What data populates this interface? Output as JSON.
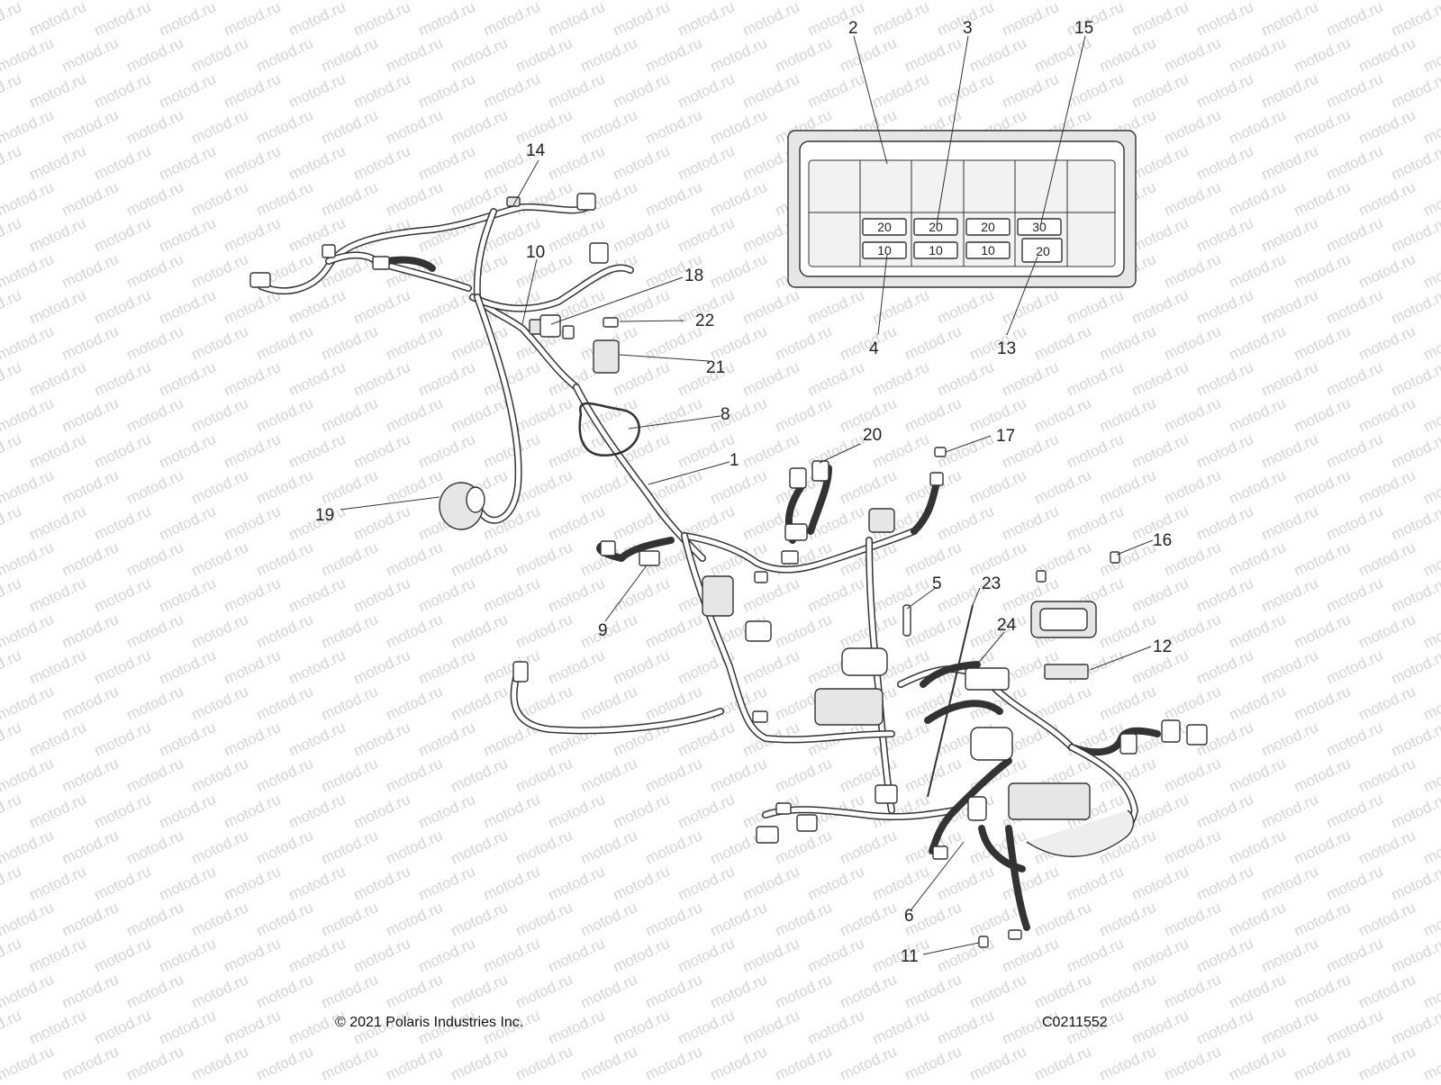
{
  "watermark": "motod.ru",
  "callouts": [
    "1",
    "2",
    "3",
    "4",
    "5",
    "6",
    "8",
    "9",
    "10",
    "11",
    "12",
    "13",
    "14",
    "15",
    "16",
    "17",
    "18",
    "19",
    "20",
    "21",
    "22",
    "23",
    "24"
  ],
  "fuse_box": {
    "top_row": [
      "20",
      "20",
      "20",
      "30"
    ],
    "bottom_row": [
      "10",
      "10",
      "10",
      "20"
    ]
  },
  "footer": {
    "copyright": "© 2021 Polaris Industries Inc.",
    "diagram_code": "C0211552"
  },
  "colors": {
    "line": "#333333",
    "watermark": "#d4d4d4",
    "background": "#ffffff"
  }
}
